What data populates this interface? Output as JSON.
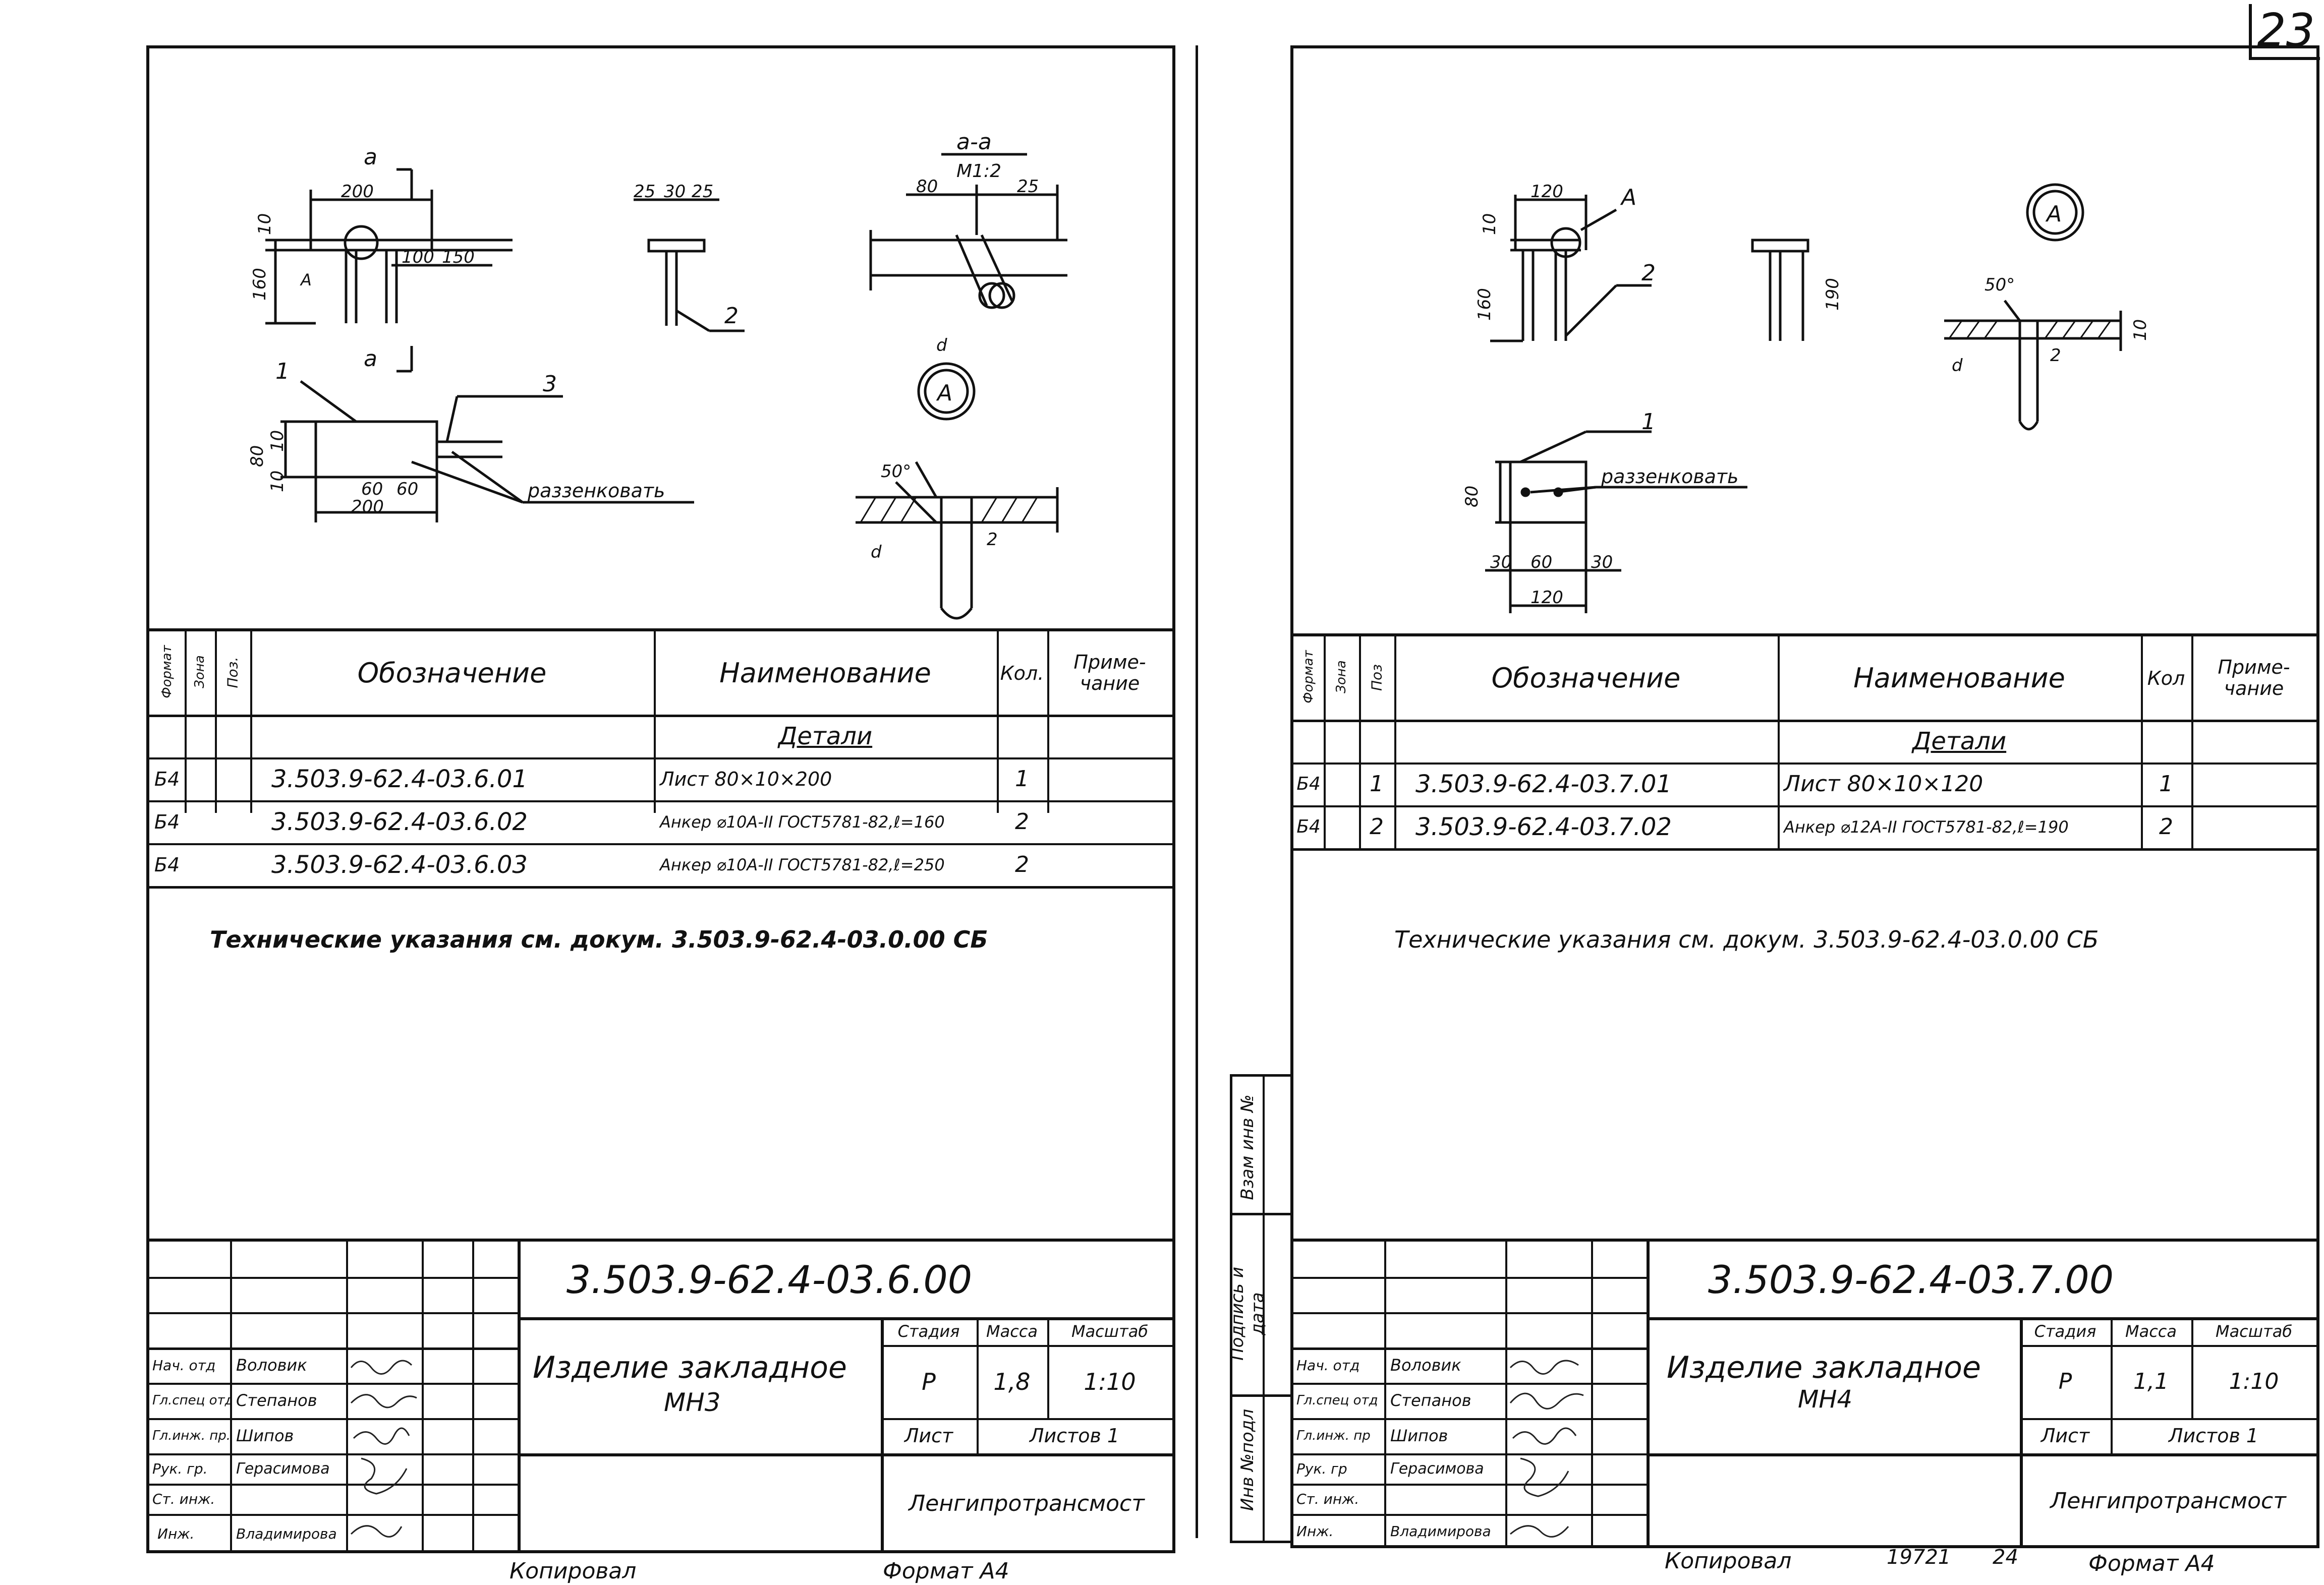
{
  "page_number": "23",
  "vertical_stamps": [
    "Инв №подл",
    "Подпись и дата",
    "Взам инв №"
  ],
  "sheets": [
    {
      "drawing": {
        "dims": [
          "200",
          "10",
          "160",
          "100",
          "150",
          "25",
          "30",
          "25",
          "80",
          "25",
          "10",
          "80",
          "10",
          "60",
          "60",
          "200",
          "50°",
          "2",
          "d",
          "d"
        ],
        "section_mark": "a",
        "section_title": "а-а",
        "section_scale": "М1:2",
        "node_label": "А",
        "pos_labels": [
          "1",
          "2",
          "3"
        ],
        "note_countersink": "раззенковать"
      },
      "spec": {
        "headers": {
          "format": "Формат",
          "zone": "Зона",
          "pos": "Поз.",
          "designation": "Обозначение",
          "name": "Наименование",
          "qty": "Кол.",
          "note": "Приме-чание"
        },
        "section_title": "Детали",
        "rows": [
          {
            "format": "Б4",
            "zone": "",
            "pos": "",
            "designation": "3.503.9-62.4-03.6.01",
            "name": "Лист 80×10×200",
            "qty": "1",
            "note": ""
          },
          {
            "format": "Б4",
            "zone": "",
            "pos": "",
            "designation": "3.503.9-62.4-03.6.02",
            "name": "Анкер ⌀10А-II ГОСТ5781-82,ℓ=160",
            "qty": "2",
            "note": ""
          },
          {
            "format": "Б4",
            "zone": "",
            "pos": "",
            "designation": "3.503.9-62.4-03.6.03",
            "name": "Анкер ⌀10А-II ГОСТ5781-82,ℓ=250",
            "qty": "2",
            "note": ""
          }
        ],
        "tech_note": "Технические указания см. докум. 3.503.9-62.4-03.0.00 СБ"
      },
      "title_block": {
        "code": "3.503.9-62.4-03.6.00",
        "title": "Изделие закладное",
        "mark": "МН3",
        "stage_label": "Стадия",
        "mass_label": "Масса",
        "scale_label": "Масштаб",
        "stage": "Р",
        "mass": "1,8",
        "scale": "1:10",
        "sheet_label": "Лист",
        "sheets_label": "Листов 1",
        "org": "Ленгипротрансмост",
        "staff": [
          {
            "role": "Нач. отд",
            "name": "Воловик"
          },
          {
            "role": "Гл.спец отд",
            "name": "Степанов"
          },
          {
            "role": "Гл.инж. пр.",
            "name": "Шипов"
          },
          {
            "role": "Рук. гр.",
            "name": "Герасимова"
          },
          {
            "role": "Ст. инж.",
            "name": ""
          },
          {
            "role": "Инж.",
            "name": "Владимирова"
          }
        ]
      },
      "footer": {
        "copied": "Копировал",
        "format": "Формат А4"
      }
    },
    {
      "drawing": {
        "dims": [
          "120",
          "10",
          "160",
          "190",
          "50°",
          "10",
          "d",
          "2",
          "80",
          "30",
          "60",
          "30",
          "120"
        ],
        "node_label": "А",
        "pos_labels": [
          "1",
          "2"
        ],
        "note_countersink": "раззенковать"
      },
      "spec": {
        "headers": {
          "format": "Формат",
          "zone": "Зона",
          "pos": "Поз",
          "designation": "Обозначение",
          "name": "Наименование",
          "qty": "Кол",
          "note": "Приме-чание"
        },
        "section_title": "Детали",
        "rows": [
          {
            "format": "Б4",
            "zone": "",
            "pos": "1",
            "designation": "3.503.9-62.4-03.7.01",
            "name": "Лист 80×10×120",
            "qty": "1",
            "note": ""
          },
          {
            "format": "Б4",
            "zone": "",
            "pos": "2",
            "designation": "3.503.9-62.4-03.7.02",
            "name": "Анкер ⌀12А-II ГОСТ5781-82,ℓ=190",
            "qty": "2",
            "note": ""
          }
        ],
        "tech_note": "Технические указания см. докум. 3.503.9-62.4-03.0.00 СБ"
      },
      "title_block": {
        "code": "3.503.9-62.4-03.7.00",
        "title": "Изделие закладное",
        "mark": "МН4",
        "stage_label": "Стадия",
        "mass_label": "Масса",
        "scale_label": "Масштаб",
        "stage": "Р",
        "mass": "1,1",
        "scale": "1:10",
        "sheet_label": "Лист",
        "sheets_label": "Листов 1",
        "org": "Ленгипротрансмост",
        "staff": [
          {
            "role": "Нач. отд",
            "name": "Воловик"
          },
          {
            "role": "Гл.спец отд",
            "name": "Степанов"
          },
          {
            "role": "Гл.инж. пр",
            "name": "Шипов"
          },
          {
            "role": "Рук. гр",
            "name": "Герасимова"
          },
          {
            "role": "Ст. инж.",
            "name": ""
          },
          {
            "role": "Инж.",
            "name": "Владимирова"
          }
        ]
      },
      "footer": {
        "copied": "Копировал",
        "number": "19721",
        "number2": "24",
        "format": "Формат А4"
      }
    }
  ]
}
